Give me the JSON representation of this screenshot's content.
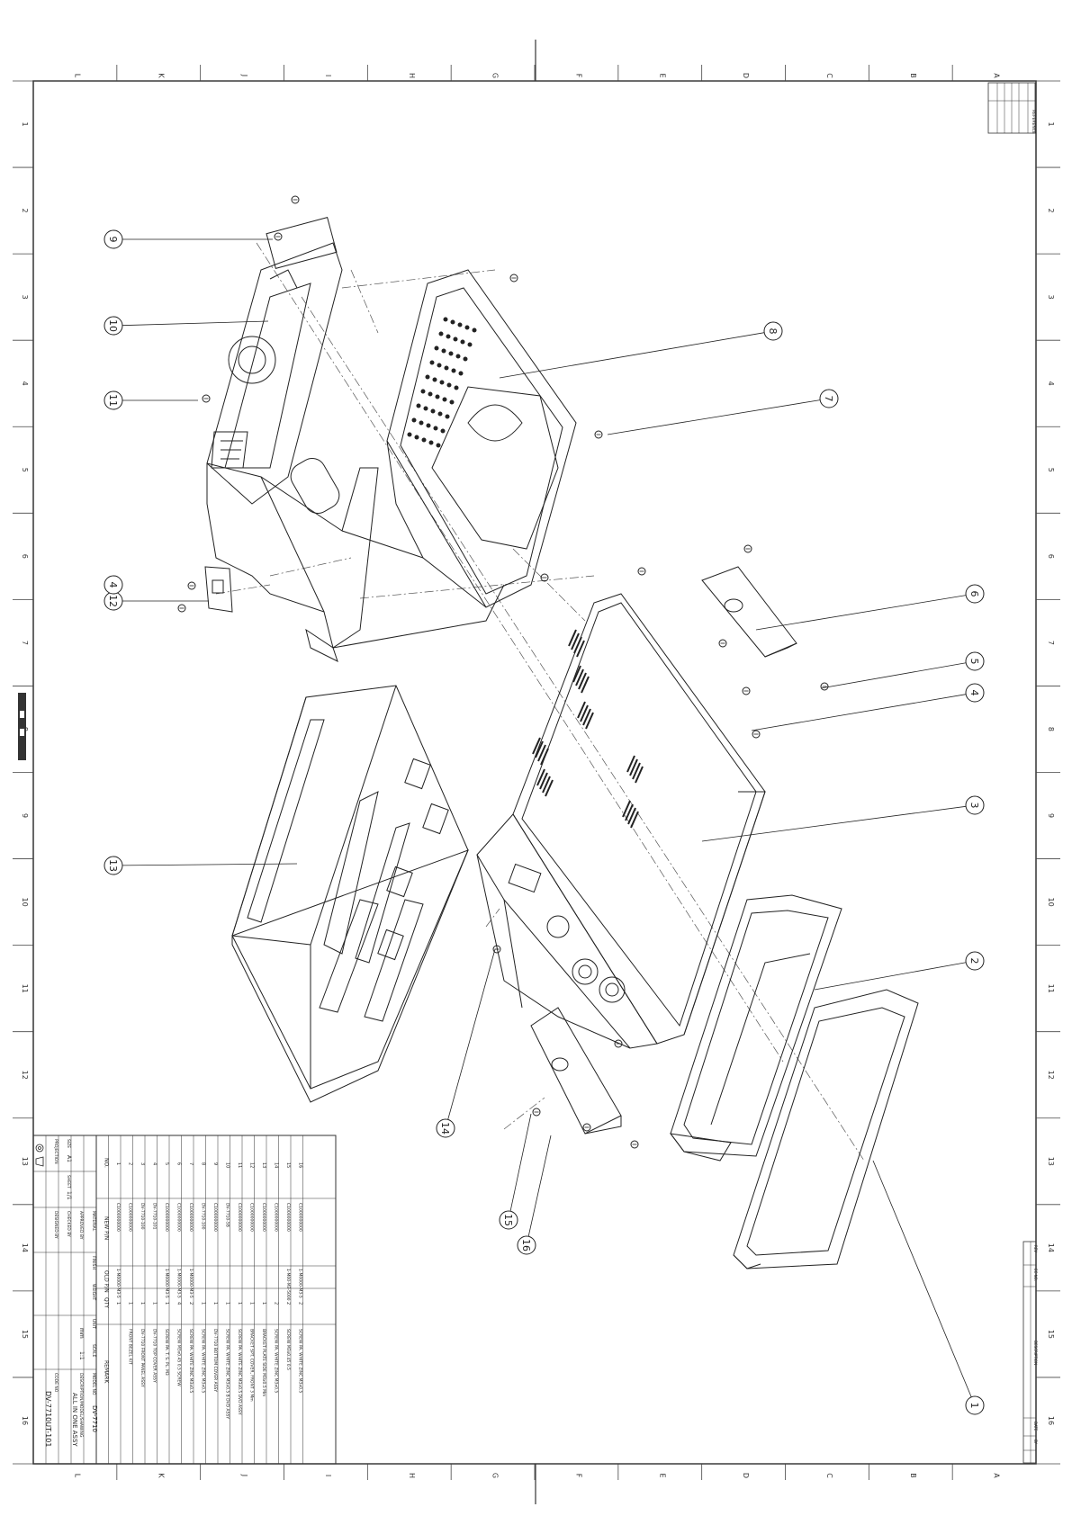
{
  "grid": {
    "columns": [
      "L",
      "K",
      "J",
      "I",
      "H",
      "G",
      "F",
      "E",
      "D",
      "C",
      "B",
      "A"
    ],
    "rows": [
      "1",
      "2",
      "3",
      "4",
      "5",
      "6",
      "7",
      "8",
      "9",
      "10",
      "11",
      "12",
      "13",
      "14",
      "15",
      "16"
    ]
  },
  "balloons": [
    "1",
    "2",
    "3",
    "4",
    "5",
    "6",
    "7",
    "8",
    "9",
    "10",
    "11",
    "12",
    "13",
    "14",
    "15",
    "16"
  ],
  "title_block": {
    "projection_label": "PROJECTION",
    "size_label": "SIZE",
    "size": "A1",
    "sheet_label": "SHEET",
    "sheet": "1/1",
    "designed_by": "DESIGNED BY",
    "checked_by": "CHECKED BY",
    "approved_by": "APPROVED BY",
    "unit_label": "UNIT",
    "unit": "mm",
    "scale_label": "SCALE",
    "scale": "1:1",
    "model_no_label": "MODEL NO",
    "model_no": "DV-7710",
    "description_label": "DESCRIPTION/MODEL/SHAWING",
    "description": "ALL IN ONE ASSY",
    "code_no_label": "CODE NO",
    "code_no": "DV-7710UT-101",
    "material_label": "MATERIAL",
    "finish_label": "FINISH",
    "weight_label": "WEIGHT"
  },
  "bom": {
    "headers": {
      "no": "NO.",
      "new_pn": "NEW P/N",
      "old_pn": "OLD P/N",
      "qty": "QTY",
      "remark": "REMARK"
    },
    "rows": [
      {
        "no": "16",
        "new_pn": "C1000000000",
        "old_pn": "1-M0000-M3-5",
        "qty": "2",
        "remark": "SCREW PA. WHITE ZINC M3x0.5"
      },
      {
        "no": "15",
        "new_pn": "C1000000000",
        "old_pn": "1-M00-M3-5000",
        "qty": "2",
        "remark": "SCREW M3x0.45 0.5"
      },
      {
        "no": "14",
        "new_pn": "C1000000000",
        "old_pn": "",
        "qty": "2",
        "remark": "SCREW PA. WHITE ZINC M3x0.5"
      },
      {
        "no": "13",
        "new_pn": "C1000000000",
        "old_pn": "",
        "qty": "1",
        "remark": "BRACKET PLATE SIDE M3x0.5 Mm"
      },
      {
        "no": "12",
        "new_pn": "C1000000000",
        "old_pn": "",
        "qty": "1",
        "remark": "BRACKET SPT. COVER, FRONT 3 Mm"
      },
      {
        "no": "11",
        "new_pn": "C1000000000",
        "old_pn": "",
        "qty": "1",
        "remark": "SCREW PA. WHITE ZINC M3x0.5 DVD ASSY"
      },
      {
        "no": "10",
        "new_pn": "DV-7710-5B",
        "old_pn": "",
        "qty": "1",
        "remark": "SCREW PA. WHITE ZINC M3x0.5 B DVD ASSY"
      },
      {
        "no": "9",
        "new_pn": "C1000000000",
        "old_pn": "",
        "qty": "1",
        "remark": "DV-7710 BOTTOM COVER ASSY"
      },
      {
        "no": "8",
        "new_pn": "DV-7710-100",
        "old_pn": "",
        "qty": "1",
        "remark": "SCREW PA. WHITE ZINC M3x0.5"
      },
      {
        "no": "7",
        "new_pn": "C1000000000",
        "old_pn": "1-M0000-M3-5",
        "qty": "2",
        "remark": "SCREW PA. WHITE ZINC M3x0.5"
      },
      {
        "no": "6",
        "new_pn": "C1000000000",
        "old_pn": "1-M0000-M3-5",
        "qty": "4",
        "remark": "SCREW M3x0.45 0.5 SCREW"
      },
      {
        "no": "5",
        "new_pn": "C1000000000",
        "old_pn": "1-M0000-M3-5",
        "qty": "1",
        "remark": "SCREW PA. T. S. PL. M3"
      },
      {
        "no": "4",
        "new_pn": "DV-7710-101",
        "old_pn": "",
        "qty": "1",
        "remark": "DV-7710 TOP COVER ASSY"
      },
      {
        "no": "3",
        "new_pn": "DV-7710-100",
        "old_pn": "",
        "qty": "1",
        "remark": "DV-7710 FRONT PANEL ASSY"
      },
      {
        "no": "2",
        "new_pn": "C1000000000",
        "old_pn": "",
        "qty": "1",
        "remark": "FRONT BEZEL KIT"
      },
      {
        "no": "1",
        "new_pn": "C1000000000",
        "old_pn": "1-M0000-M3-5",
        "qty": "1",
        "remark": ""
      }
    ]
  },
  "revision_block": {
    "rev_label": "REV",
    "ecn_label": "EC NO.",
    "description_label": "DESCRIPTION",
    "date_label": "DATE",
    "by_label": "BY"
  },
  "reference_block": {
    "header": "REFERENCE"
  }
}
